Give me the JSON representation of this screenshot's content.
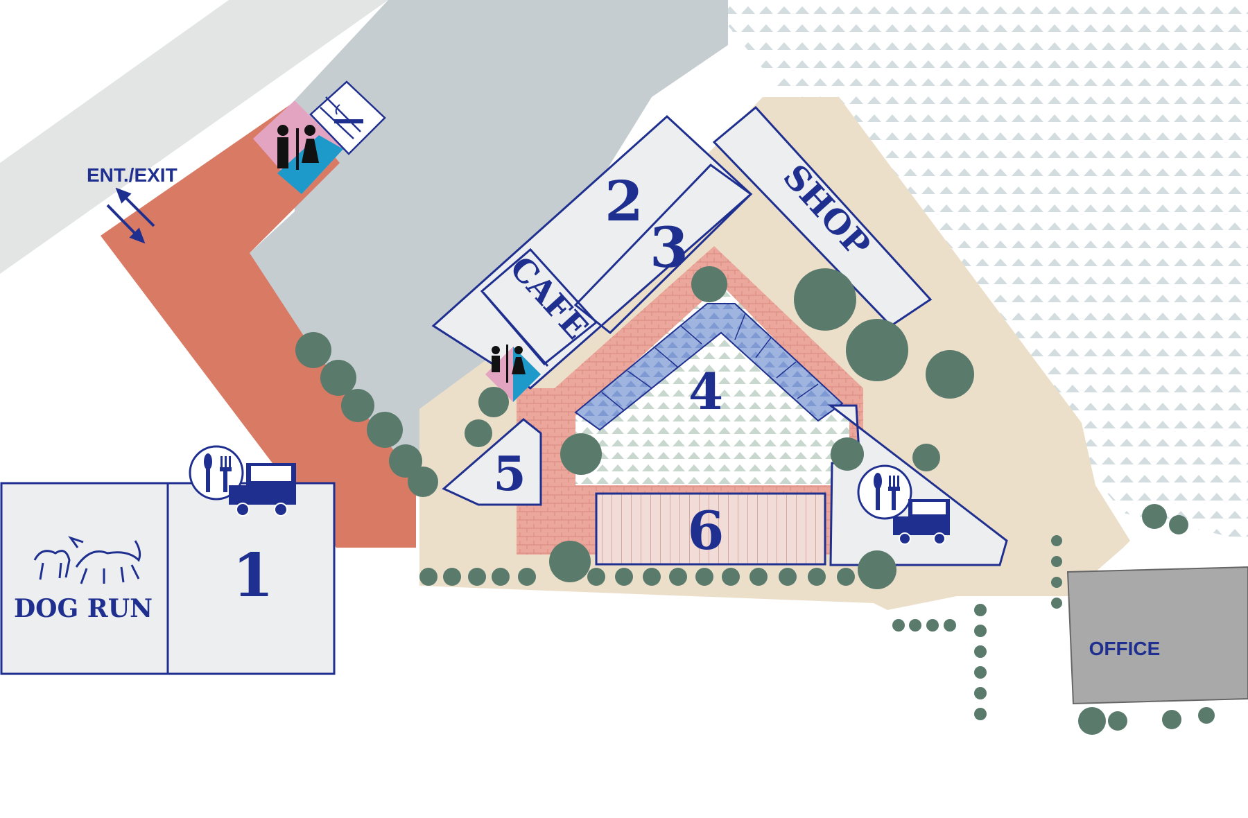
{
  "entrance": {
    "label": "ENT./EXIT"
  },
  "zones": {
    "zone1": "1",
    "zone2": "2",
    "zone3": "3",
    "zone4": "4",
    "zone5": "5",
    "zone6": "6"
  },
  "labels": {
    "dog_run": "DOG RUN",
    "cafe": "CAFE",
    "shop": "SHOP",
    "office": "OFFICE"
  },
  "icons": {
    "restroom": "restroom-icon",
    "smoking": "smoking-area-icon",
    "food": "food-truck-icon",
    "dog": "dog-icon"
  },
  "colors": {
    "brand_navy": "#1f2f8f",
    "path_terracotta": "#d97a65",
    "parking_gray": "#c6cdd1",
    "field_tan": "#ecdfca",
    "tree_green": "#5a7a6c",
    "brick": "#e8a69a",
    "building_fill": "#eceef0",
    "office_gray": "#a9a9a9",
    "restroom_pink": "#e3a4c2",
    "restroom_blue": "#1d9ac9"
  }
}
